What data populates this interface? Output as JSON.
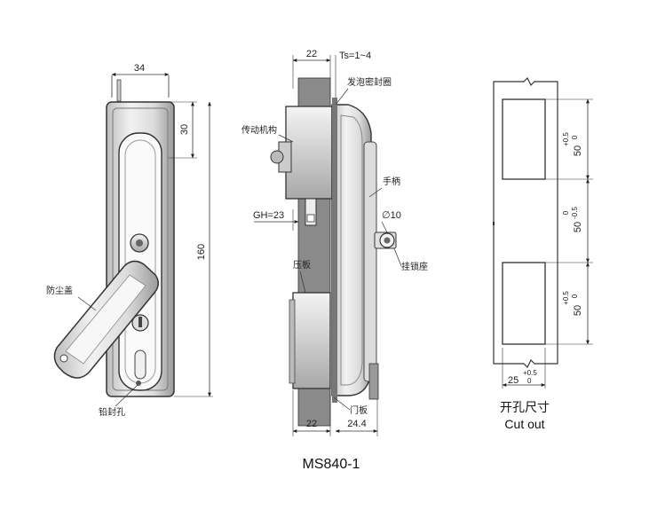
{
  "front_view": {
    "width_dim": "34",
    "top_dim": "30",
    "height_dim": "160",
    "dust_cover_label": "防尘盖",
    "seal_hole_label": "铅封孔"
  },
  "side_view": {
    "top_left_dim": "22",
    "ts_dim": "Ts=1~4",
    "foam_seal_label": "发泡密封圈",
    "mechanism_label": "传动机构",
    "gh_dim": "GH=23",
    "handle_label": "手柄",
    "diameter_dim": "∅10",
    "lock_seat_label": "挂锁座",
    "pressure_plate_label": "压板",
    "bottom_left_dim": "22",
    "bottom_right_dim": "24.4",
    "door_panel_label": "门板"
  },
  "cutout_view": {
    "dim_top": "50",
    "tol_top_upper": "+0.5",
    "tol_top_lower": "0",
    "dim_mid": "50",
    "tol_mid_upper": "0",
    "tol_mid_lower": "-0.5",
    "dim_bottom": "50",
    "tol_bottom_upper": "+0.5",
    "tol_bottom_lower": "0",
    "dim_width": "25",
    "tol_width_upper": "+0.5",
    "tol_width_lower": "0",
    "caption_cn": "开孔尺寸",
    "caption_en": "Cut out"
  },
  "model": "MS840-1",
  "colors": {
    "line": "#333333",
    "body_fill": "#e6e6e6",
    "dark": "#555555"
  }
}
